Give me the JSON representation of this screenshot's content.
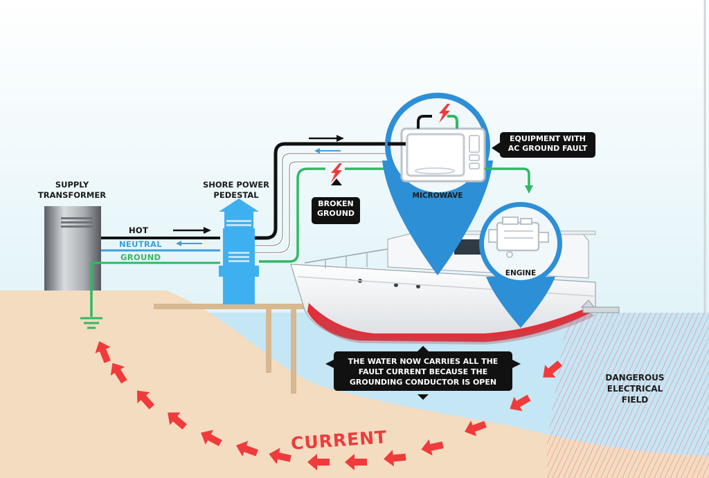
{
  "labels": {
    "supply_transformer": "SUPPLY\nTRANSFORMER",
    "shore_power_pedestal": "SHORE POWER\nPEDESTAL",
    "hot": "HOT",
    "neutral": "NEUTRAL",
    "ground": "GROUND",
    "microwave": "MICROWAVE",
    "engine": "ENGINE",
    "dangerous_field": "DANGEROUS\nELECTRICAL\nFIELD",
    "current": "CURRENT"
  },
  "callouts": {
    "broken_ground": "BROKEN\nGROUND",
    "equipment_fault": "EQUIPMENT WITH\nAC GROUND FAULT",
    "water_carries": "THE WATER NOW CARRIES ALL THE\nFAULT CURRENT BECAUSE THE\nGROUNDING CONDUCTOR IS OPEN"
  },
  "colors": {
    "hot": "#111111",
    "neutral": "#3aa0dc",
    "ground": "#2fb864",
    "current": "#ef3b3b",
    "marker": "#2d8fd6",
    "sand": "#f3dcc0",
    "water": "#c5e6f4",
    "sky": "#dff2f8"
  },
  "icons": [
    "ground-symbol-icon",
    "lightning-bolt-icon",
    "arrow-right-icon",
    "arrow-left-icon",
    "location-pin-icon"
  ]
}
